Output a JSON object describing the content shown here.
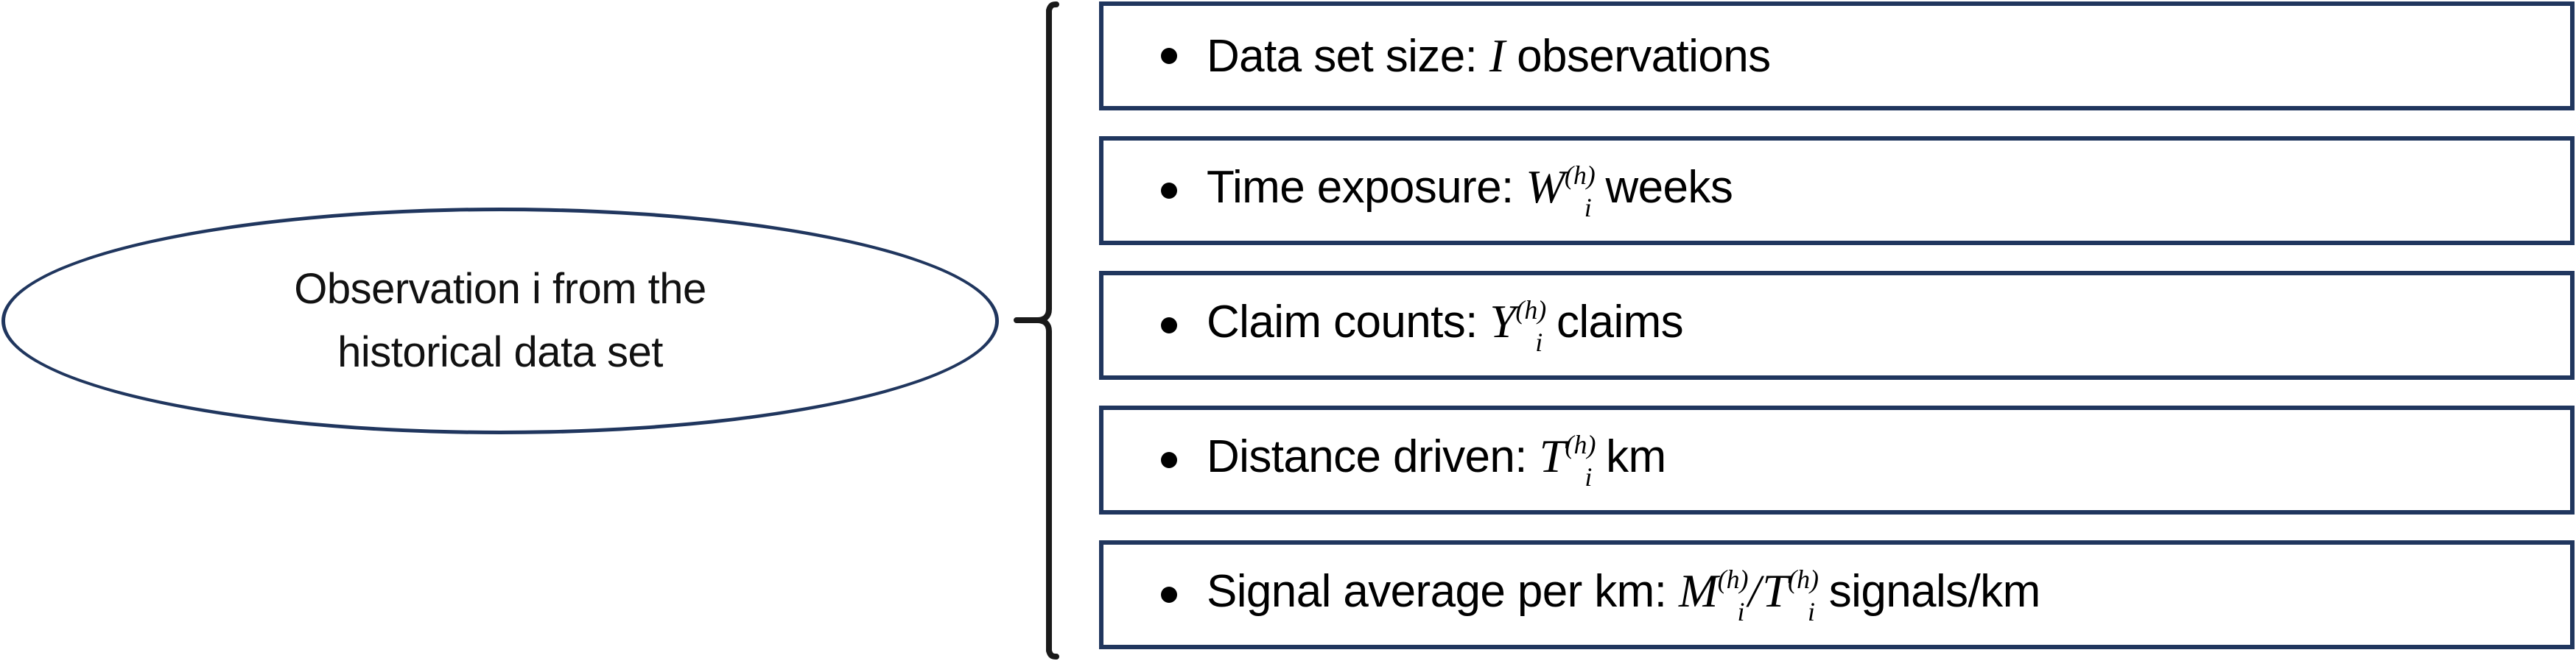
{
  "diagram": {
    "type": "concept-map",
    "title_visible": false,
    "colors": {
      "box_border": "#20365E",
      "ellipse_border": "#20365E",
      "brace_stroke": "#1A1A1A",
      "text": "#000000",
      "background": "#FFFFFF"
    },
    "source_node": {
      "shape": "ellipse",
      "line_1": "Observation i from the",
      "line_2": "historical data set",
      "plain_text": "Observation i from the historical data set"
    },
    "connector": {
      "shape": "curly-brace",
      "orientation": "opens-right",
      "pointer_side": "left"
    },
    "items": [
      {
        "bullet": "•",
        "label": "Data set size:",
        "symbol": {
          "base": "I",
          "sub": "",
          "sup": ""
        },
        "unit": "observations",
        "plain_text": "Data set size: I observations"
      },
      {
        "bullet": "•",
        "label": "Time exposure:",
        "symbol": {
          "base": "W",
          "sub": "i",
          "sup": "(h)"
        },
        "unit": "weeks",
        "plain_text": "Time exposure: W_i^(h) weeks"
      },
      {
        "bullet": "•",
        "label": "Claim counts:",
        "symbol": {
          "base": "Y",
          "sub": "i",
          "sup": "(h)"
        },
        "unit": "claims",
        "plain_text": "Claim counts: Y_i^(h) claims"
      },
      {
        "bullet": "•",
        "label": "Distance driven:",
        "symbol": {
          "base": "T",
          "sub": "i",
          "sup": "(h)"
        },
        "unit": "km",
        "plain_text": "Distance driven: T_i^(h) km"
      },
      {
        "bullet": "•",
        "label": "Signal average per km:",
        "symbol": {
          "base": "M",
          "sub": "i",
          "sup": "(h)"
        },
        "divider": "/",
        "symbol2": {
          "base": "T",
          "sub": "i",
          "sup": "(h)"
        },
        "unit": "signals/km",
        "plain_text": "Signal average per km: M_i^(h)/T_i^(h) signals/km"
      }
    ]
  }
}
